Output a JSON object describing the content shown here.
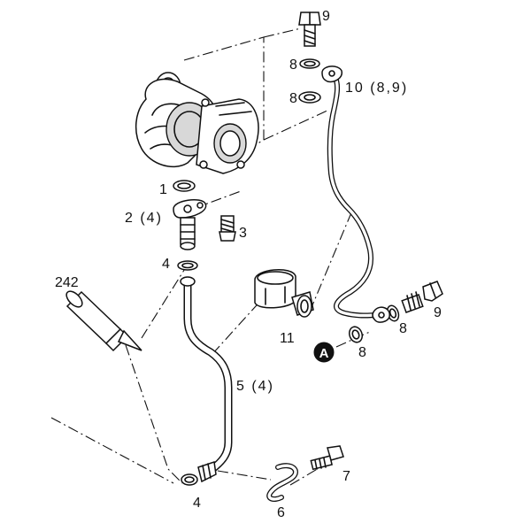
{
  "callouts": {
    "c1": "1",
    "c2": "2 (4)",
    "c3": "3",
    "c4_top": "4",
    "c4_bottom": "4",
    "c5": "5 (4)",
    "c6": "6",
    "c7": "7",
    "c8_upper1": "8",
    "c8_upper2": "8",
    "c8_right": "8",
    "c8_bottom": "8",
    "c9_top": "9",
    "c9_right": "9",
    "c10": "10 (8,9)",
    "c11": "11",
    "c242": "242",
    "ref_a": "A"
  }
}
